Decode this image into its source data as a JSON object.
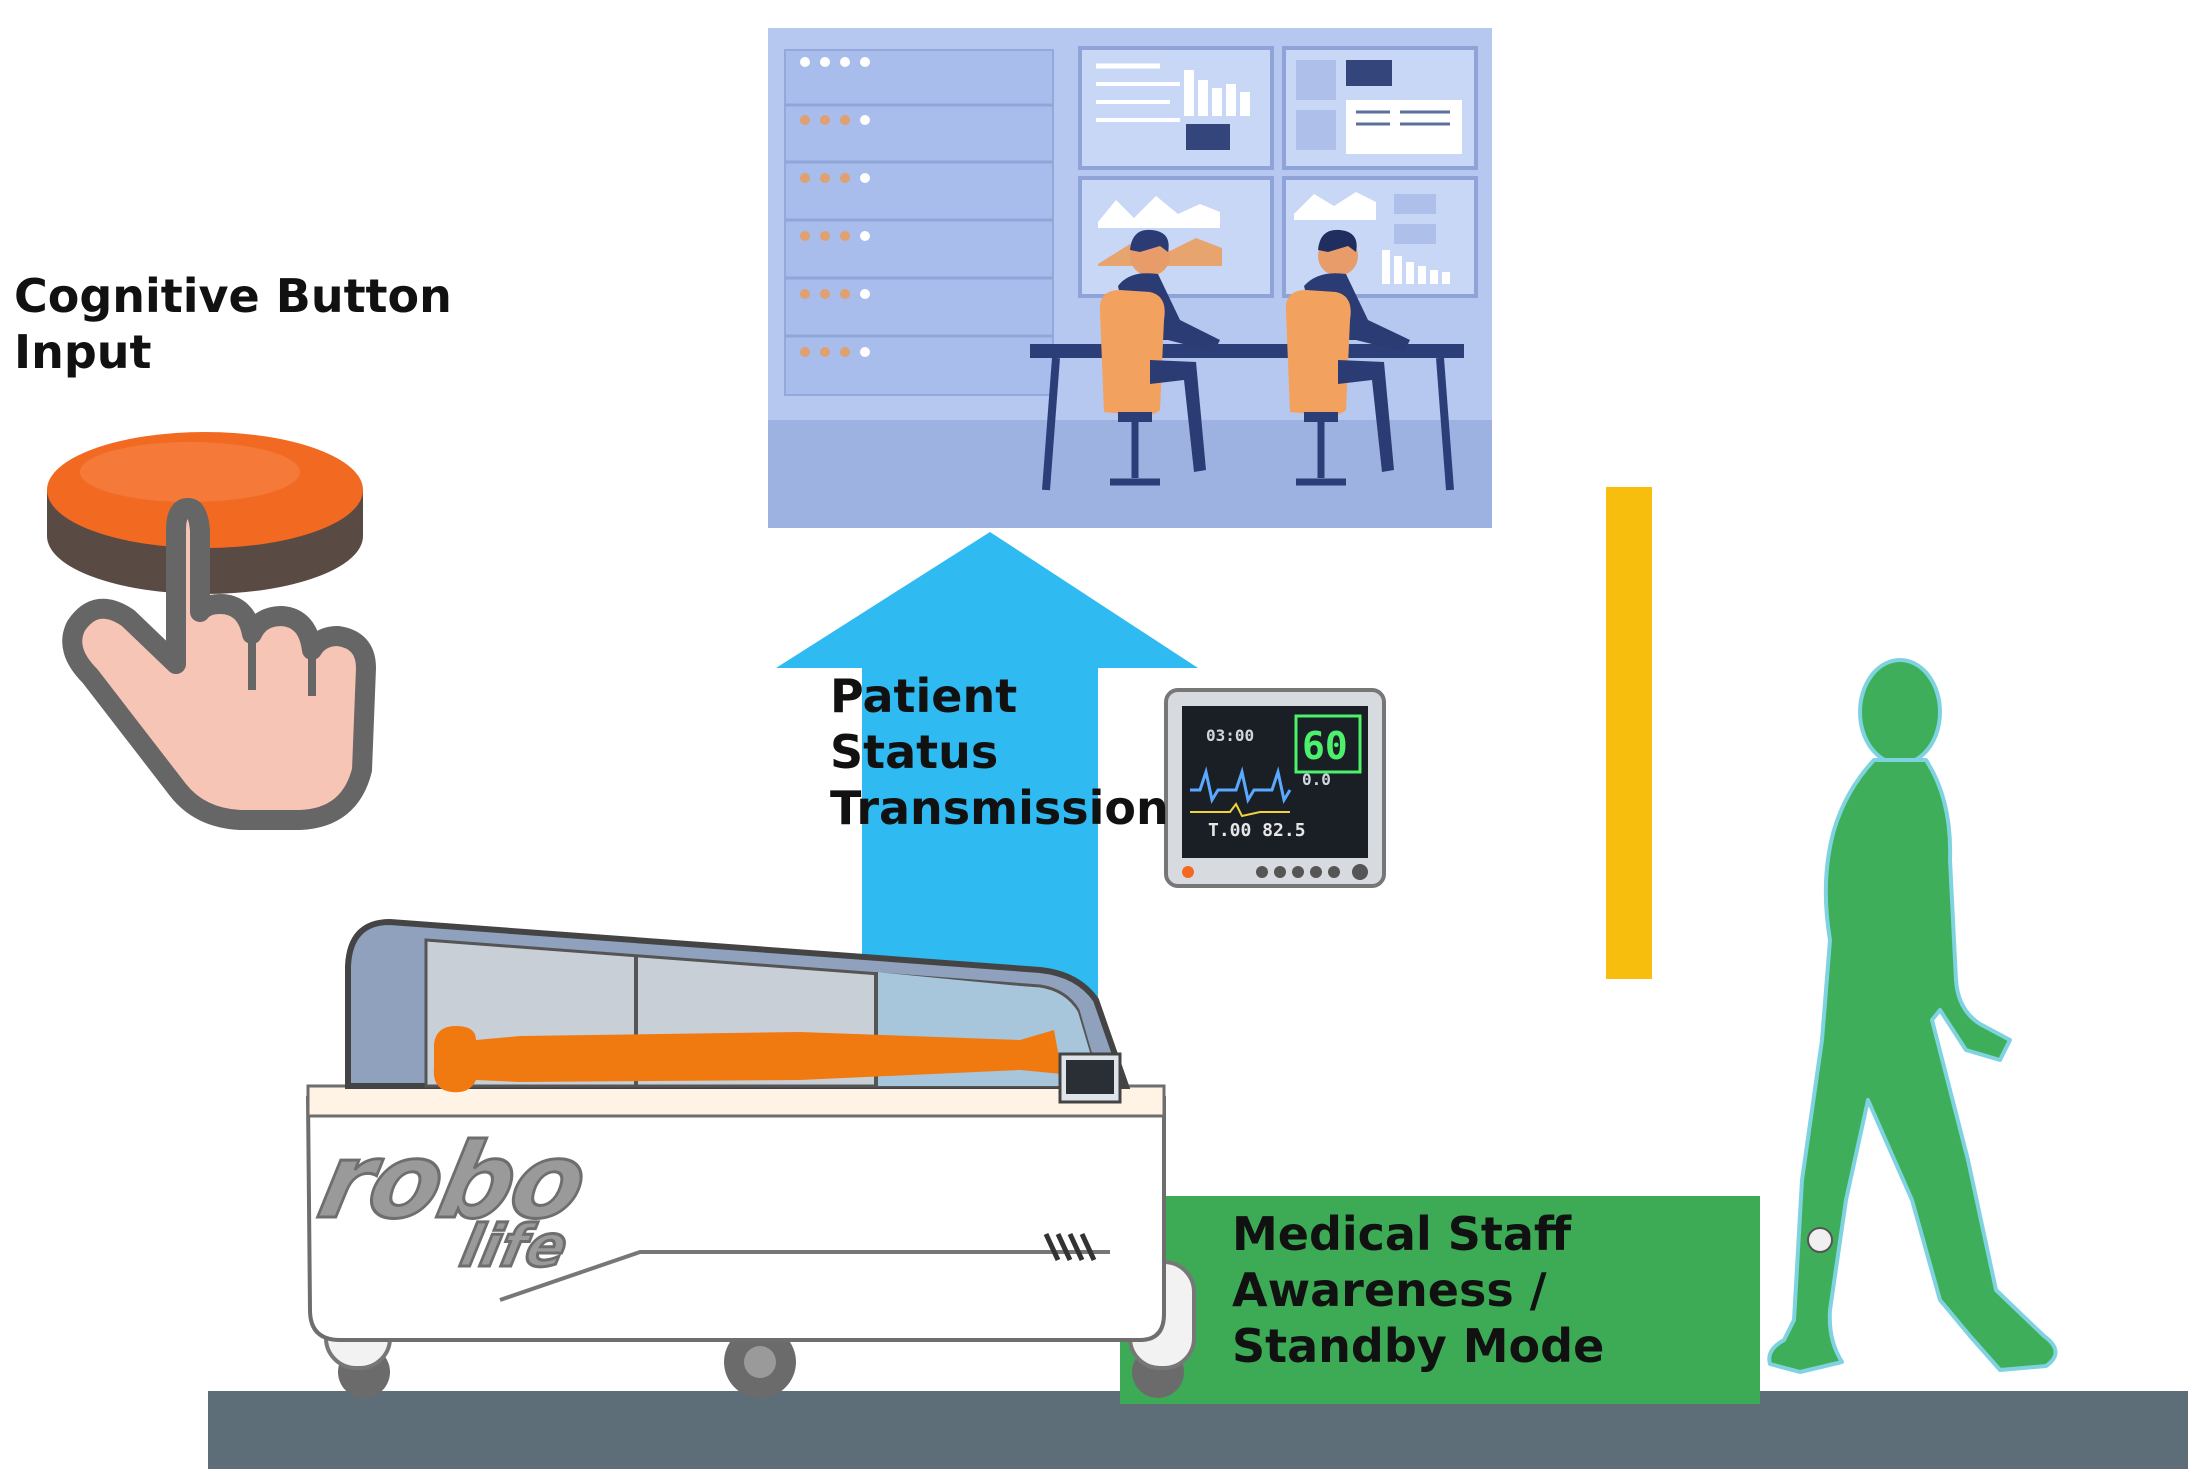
{
  "labels": {
    "cognitive_button": "Cognitive Button\nInput",
    "patient_status": "Patient\nStatus\nTransmission",
    "medical_staff": "Medical Staff\nAwareness /\nStandby Mode"
  },
  "robot": {
    "logo_robo": "robo",
    "logo_life": "life"
  },
  "patient_monitor": {
    "heart_rate": "60",
    "readout_top": "03:00",
    "readout_right": "0.0",
    "readout_bottom": "T.00 82.5"
  },
  "colors": {
    "button_orange": "#f26a21",
    "arrow_blue": "#2fbaf2",
    "banner_green": "#3dab55",
    "barrier_yellow": "#f7be0d",
    "staff_green": "#3fae5a",
    "patient_orange": "#f07a10",
    "floor_gray": "#5e6e78",
    "control_room_bg": "#b6c8ef"
  }
}
